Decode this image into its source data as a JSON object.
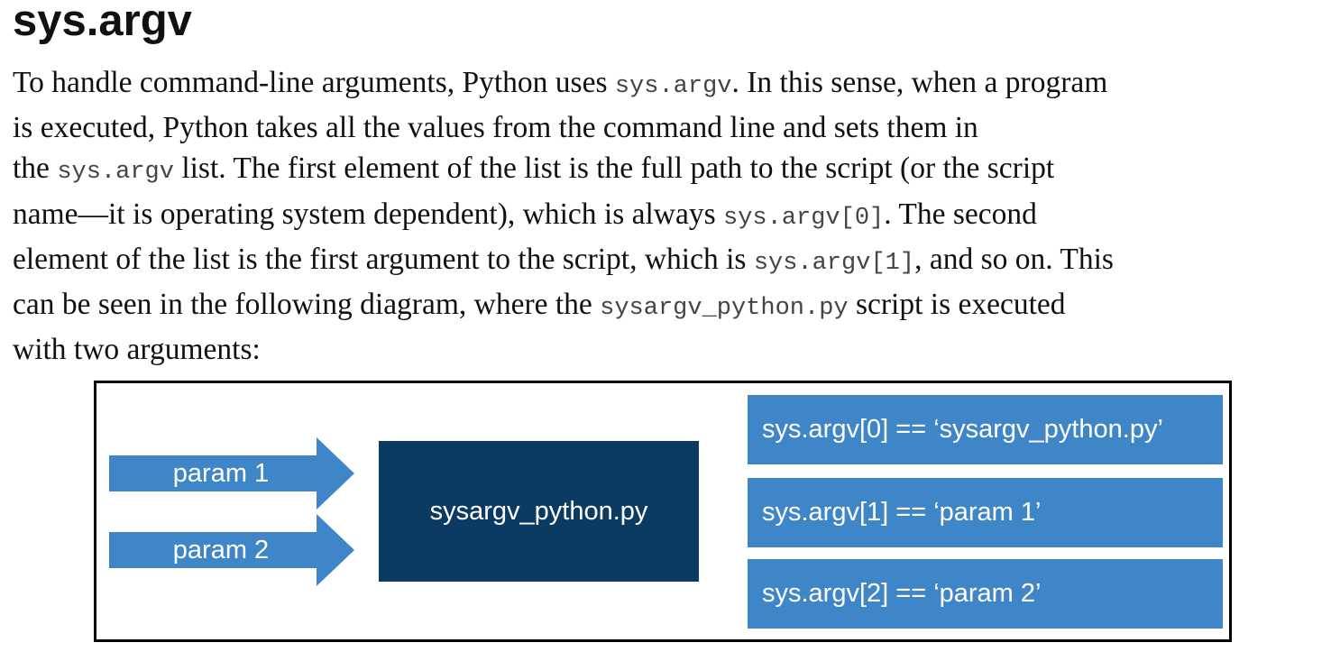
{
  "heading": "sys.argv",
  "paragraph": {
    "line1_a": "To handle command-line arguments, Python uses ",
    "line1_code": "sys.argv",
    "line1_b": ". In this sense, when a program",
    "line2": "is executed, Python takes all the values from the command line and sets them in",
    "line3_a": "the ",
    "line3_code": "sys.argv",
    "line3_b": " list. The first element of the list is the full path to the script (or the script",
    "line4_a": "name—it is operating system dependent), which is always ",
    "line4_code": "sys.argv[0]",
    "line4_b": ". The second",
    "line5_a": "element of the list is the first argument to the script, which is ",
    "line5_code": "sys.argv[1]",
    "line5_b": ", and so on. This",
    "line6_a": "can be seen in the following diagram, where the ",
    "line6_code": "sysargv_python.py",
    "line6_b": " script is executed",
    "line7": "with two arguments:"
  },
  "diagram": {
    "arrows": [
      {
        "label": "param 1"
      },
      {
        "label": "param 2"
      }
    ],
    "script": "sysargv_python.py",
    "argv": [
      "sys.argv[0] == ‘sysargv_python.py’",
      "sys.argv[1] == ‘param 1’",
      "sys.argv[2] == ‘param 2’"
    ],
    "colors": {
      "arrow": "#3f86c8",
      "script_box": "#0b3a63",
      "argv_box": "#3f86c8",
      "border": "#000000"
    }
  }
}
